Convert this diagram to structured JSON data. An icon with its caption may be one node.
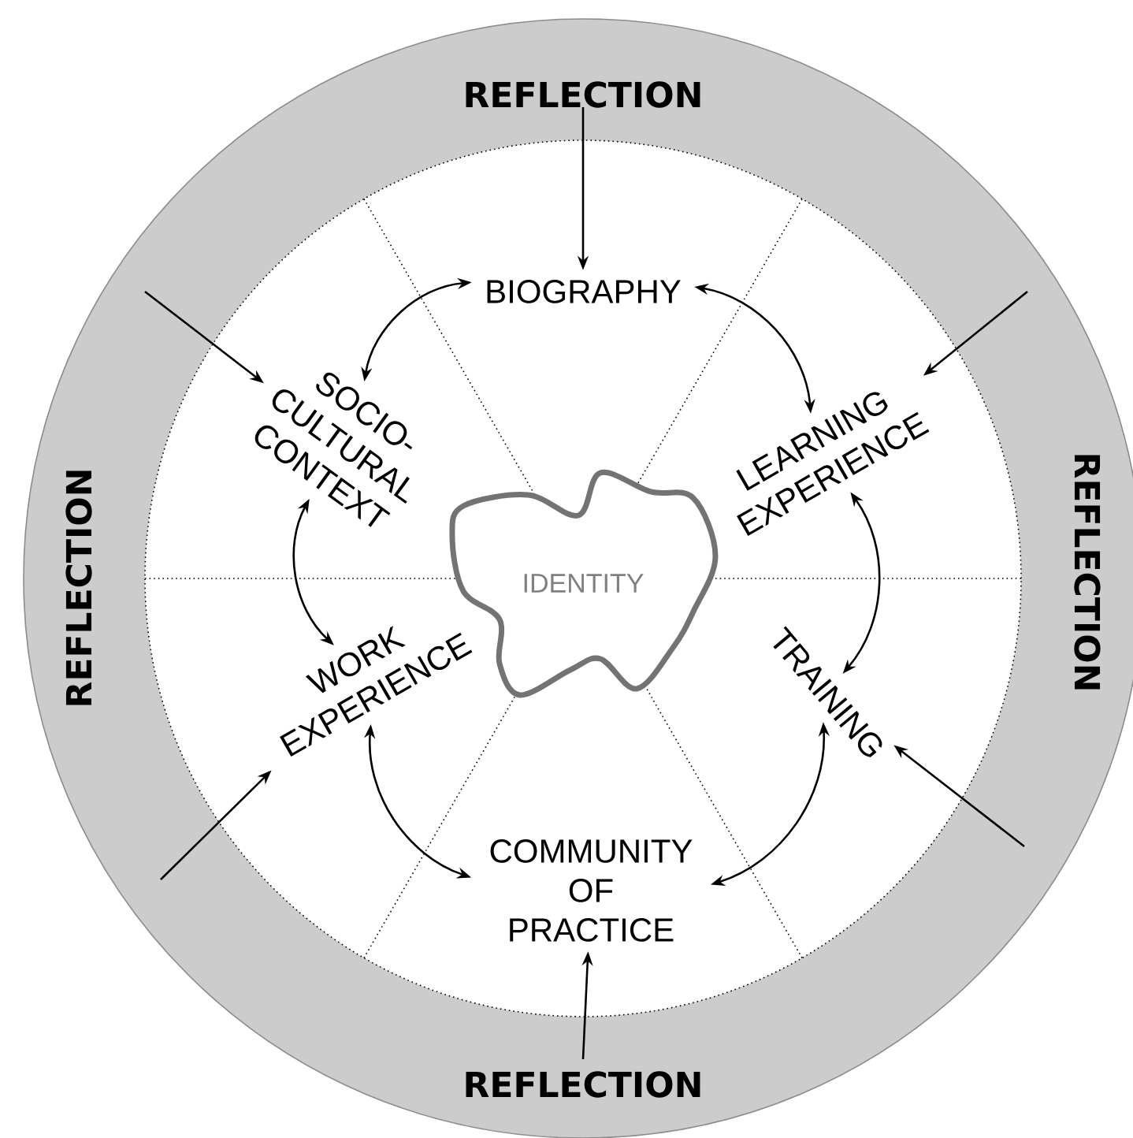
{
  "diagram": {
    "nodes": [
      {
        "text": [
          "REFLECTION",
          "REFLECTION",
          "REFLECTION",
          "REFLECTION"
        ]
      },
      {
        "text": [
          "BIOGRAPHY"
        ],
        "in": 0
      },
      {
        "text": [
          "SOCIO- CULTURAL CONTEXT"
        ],
        "in": 0
      },
      {
        "text": [
          "LEARNING EXPERIENCE"
        ],
        "in": 0
      },
      {
        "text": [
          "IDENTITY"
        ],
        "in": 0
      },
      {
        "text": [
          "WORK EXPERIENCE"
        ],
        "in": 0
      },
      {
        "text": [
          "TRAINING"
        ],
        "in": 0
      },
      {
        "text": [
          "COMMUNITY OF PRACTICE"
        ],
        "in": 0
      }
    ],
    "edges": [
      {
        "from": 0,
        "to": 1,
        "arrow": "to"
      },
      {
        "from": 0,
        "to": 2,
        "arrow": "to"
      },
      {
        "from": 0,
        "to": 3,
        "arrow": "to"
      },
      {
        "from": 0,
        "to": 5,
        "arrow": "to"
      },
      {
        "from": 0,
        "to": 6,
        "arrow": "to"
      },
      {
        "from": 0,
        "to": 7,
        "arrow": "to"
      },
      {
        "from": 1,
        "to": 2,
        "arrow": "both"
      },
      {
        "from": 2,
        "to": 5,
        "arrow": "both"
      },
      {
        "from": 5,
        "to": 7,
        "arrow": "both"
      },
      {
        "from": 7,
        "to": 6,
        "arrow": "both"
      },
      {
        "from": 6,
        "to": 3,
        "arrow": "both"
      },
      {
        "from": 3,
        "to": 1,
        "arrow": "both"
      }
    ]
  }
}
